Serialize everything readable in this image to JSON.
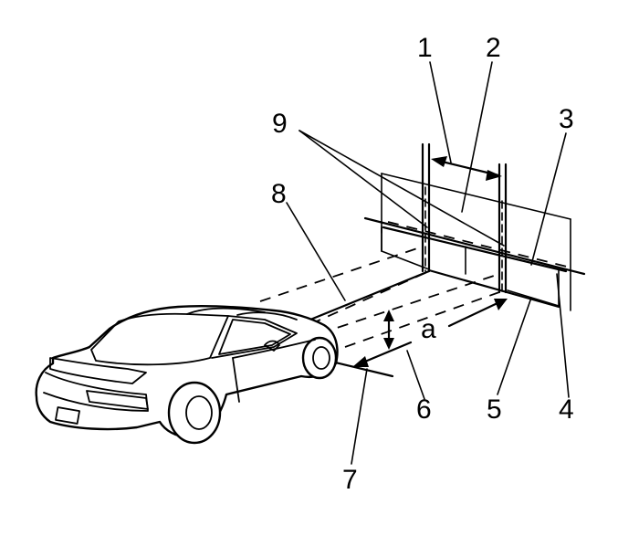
{
  "callouts": {
    "c1": "1",
    "c2": "2",
    "c3": "3",
    "c4": "4",
    "c5": "5",
    "c6": "6",
    "c7": "7",
    "c8": "8",
    "c9": "9",
    "ca": "a"
  }
}
